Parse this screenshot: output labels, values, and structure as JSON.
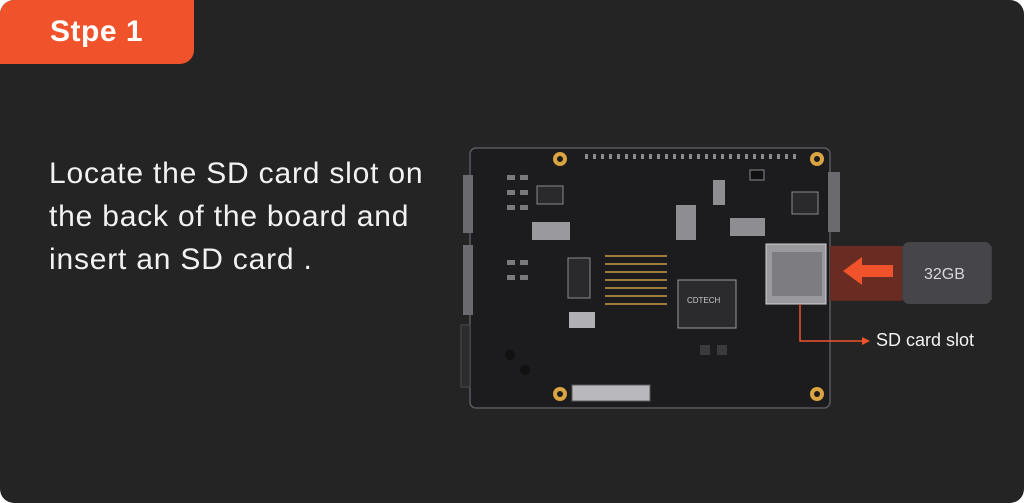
{
  "step": {
    "label": "Stpe 1"
  },
  "instruction": {
    "text": "Locate the SD card slot on the back of the board and insert an SD card ."
  },
  "illustration": {
    "chip_label": "CDTECH",
    "card_label": "32GB",
    "callout_label": "SD card slot"
  },
  "colors": {
    "background": "#242424",
    "accent": "#f0532b",
    "board": "#1d1d1f",
    "text": "#f2f2f2"
  }
}
